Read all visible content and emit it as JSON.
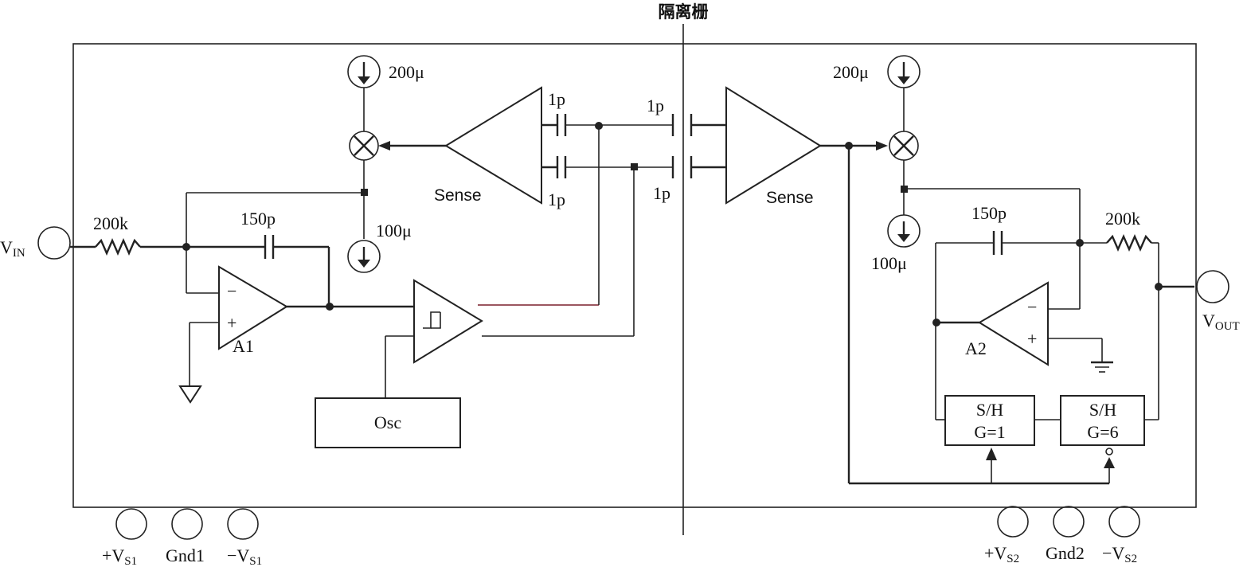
{
  "title": "隔离栅",
  "left": {
    "input_label": "V",
    "input_sub": "IN",
    "resistor": "200k",
    "capacitor": "150p",
    "amp": "A1",
    "src_top": "200μ",
    "src_bottom": "100μ",
    "sense": "Sense",
    "cap_a": "1p",
    "cap_b": "1p",
    "osc": "Osc",
    "pins": [
      {
        "prefix": "+V",
        "sub": "S1"
      },
      {
        "prefix": "Gnd1",
        "sub": ""
      },
      {
        "prefix": "−V",
        "sub": "S1"
      }
    ]
  },
  "right": {
    "output_label": "V",
    "output_sub": "OUT",
    "resistor": "200k",
    "capacitor": "150p",
    "amp": "A2",
    "src_top": "200μ",
    "src_bottom": "100μ",
    "sense": "Sense",
    "cap_a": "1p",
    "cap_b": "1p",
    "sh1_line1": "S/H",
    "sh1_line2": "G=1",
    "sh2_line1": "S/H",
    "sh2_line2": "G=6",
    "pins": [
      {
        "prefix": "+V",
        "sub": "S2"
      },
      {
        "prefix": "Gnd2",
        "sub": ""
      },
      {
        "prefix": "−V",
        "sub": "S2"
      }
    ]
  }
}
